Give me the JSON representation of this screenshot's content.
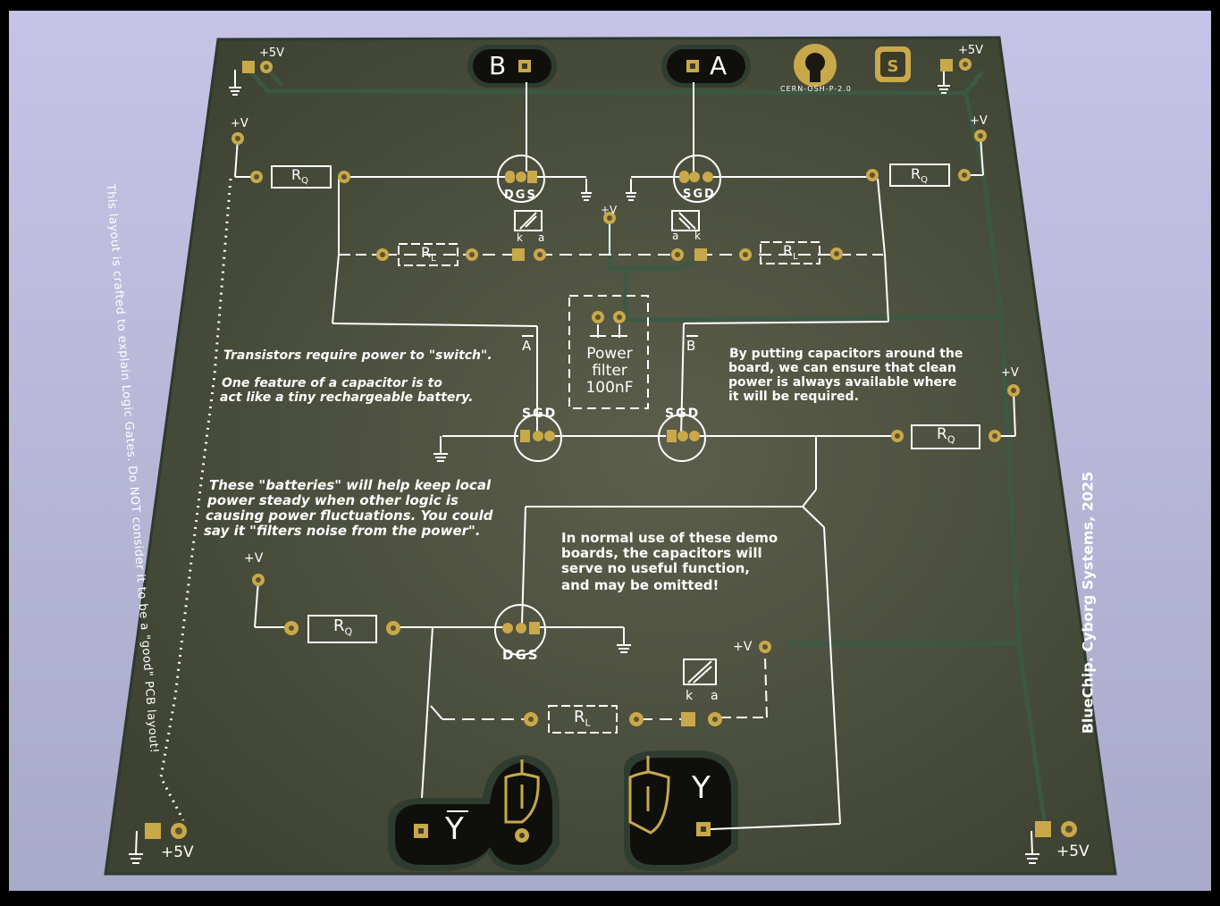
{
  "labels": {
    "conn_b": "B",
    "conn_a": "A",
    "conn_y": "Y",
    "conn_ybar": "Y",
    "cern": "CERN-OSH-P-2.0",
    "plus5v": "+5V",
    "plusv": "+V",
    "rq": "R",
    "rq_sub": "Q",
    "rl": "R",
    "rl_sub": "L",
    "dgs": "DGS",
    "sgd": "SGD",
    "k": "k",
    "a": "a",
    "abar": "A",
    "bbar": "B",
    "cap_power": "Power",
    "cap_filter": "filter",
    "cap_value": "100nF",
    "credit": "BlueChip. Cyborg Systems, 2025",
    "side_note": "This layout is crafted to explain Logic Gates. Do NOT consider it to be a \"good\" PCB layout!"
  },
  "notes": {
    "n1a": "Transistors require power to \"switch\".",
    "n1b": "One feature of a capacitor is to",
    "n1c": "act like a tiny rechargeable battery.",
    "n2a": "By putting capacitors around the",
    "n2b": "board, we can ensure that clean",
    "n2c": "power is always available where",
    "n2d": "it will be required.",
    "n3a": "These \"batteries\" will help keep local",
    "n3b": "power steady when other logic is",
    "n3c": "causing power fluctuations. You could",
    "n3d": "say it \"filters noise from the power\".",
    "n4a": "In normal use of these demo",
    "n4b": "boards, the capacitors will",
    "n4c": "serve no useful function,",
    "n4d": "and may be omitted!"
  },
  "colors": {
    "background": "#c9c7e6",
    "board": "#4e513e",
    "pad": "#c9a84a",
    "silk": "#ffffff"
  }
}
